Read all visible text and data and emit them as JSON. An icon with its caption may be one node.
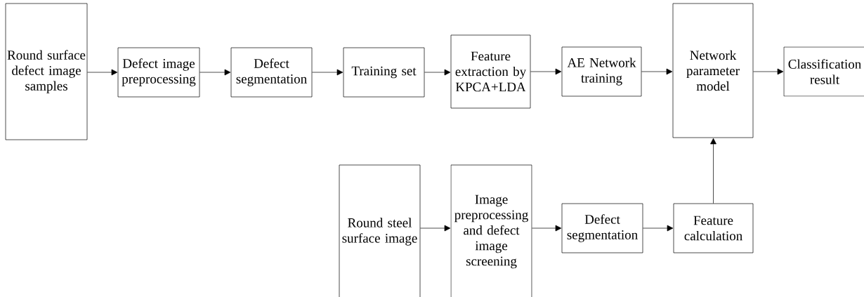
{
  "diagram": {
    "nodes": [
      {
        "text": [
          "Round surface defect image samples"
        ]
      },
      {
        "text": [
          "Defect image preprocessing"
        ]
      },
      {
        "text": [
          "Defect segmentation"
        ]
      },
      {
        "text": [
          "Training set"
        ]
      },
      {
        "text": [
          "Feature extraction by KPCA+LDA"
        ]
      },
      {
        "text": [
          "AE Network training"
        ]
      },
      {
        "text": [
          "Network parameter model"
        ]
      },
      {
        "text": [
          "Classification result"
        ]
      },
      {
        "text": [
          "Round steel surface image"
        ]
      },
      {
        "text": [
          "Image preprocessing and defect image screening"
        ]
      },
      {
        "text": [
          "Defect segmentation"
        ]
      },
      {
        "text": [
          "Feature calculation"
        ]
      }
    ],
    "edges": [
      {
        "from": 0,
        "to": 1,
        "arrow": "to"
      },
      {
        "from": 1,
        "to": 2,
        "arrow": "to"
      },
      {
        "from": 2,
        "to": 3,
        "arrow": "to"
      },
      {
        "from": 3,
        "to": 4,
        "arrow": "to"
      },
      {
        "from": 4,
        "to": 5,
        "arrow": "to"
      },
      {
        "from": 5,
        "to": 6,
        "arrow": "to"
      },
      {
        "from": 6,
        "to": 7,
        "arrow": "to"
      },
      {
        "from": 8,
        "to": 9,
        "arrow": "to"
      },
      {
        "from": 9,
        "to": 10,
        "arrow": "to"
      },
      {
        "from": 10,
        "to": 11,
        "arrow": "to"
      },
      {
        "from": 11,
        "to": 6,
        "arrow": "to"
      }
    ]
  }
}
